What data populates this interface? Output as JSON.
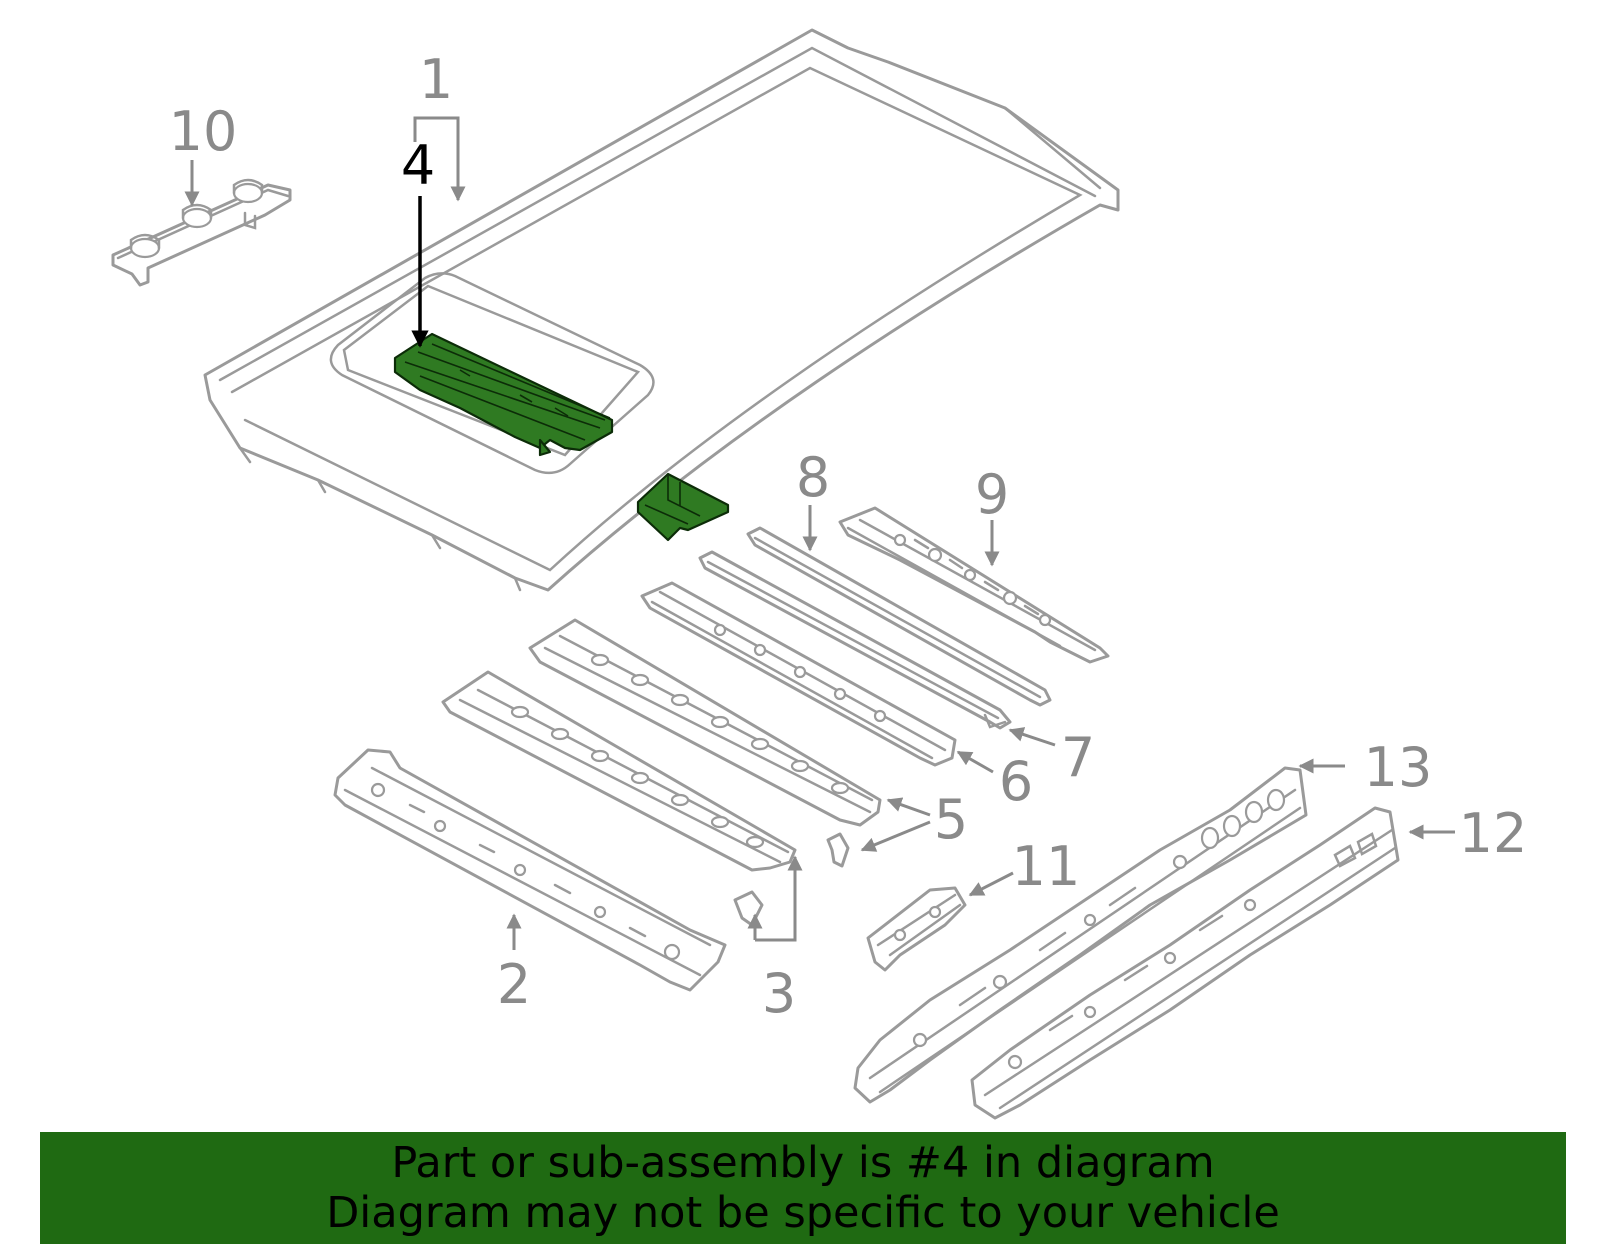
{
  "callouts": {
    "c1": "1",
    "c2": "2",
    "c3": "3",
    "c4": "4",
    "c5": "5",
    "c6": "6",
    "c7": "7",
    "c8": "8",
    "c9": "9",
    "c10": "10",
    "c11": "11",
    "c12": "12",
    "c13": "13"
  },
  "highlighted_part": "4",
  "colors": {
    "highlight": "#2f7a22",
    "line": "#9a9a9a",
    "banner": "#1f6a12"
  },
  "banner": {
    "line1": "Part or sub-assembly is #4 in diagram",
    "line2": "Diagram may not be specific to your vehicle"
  }
}
